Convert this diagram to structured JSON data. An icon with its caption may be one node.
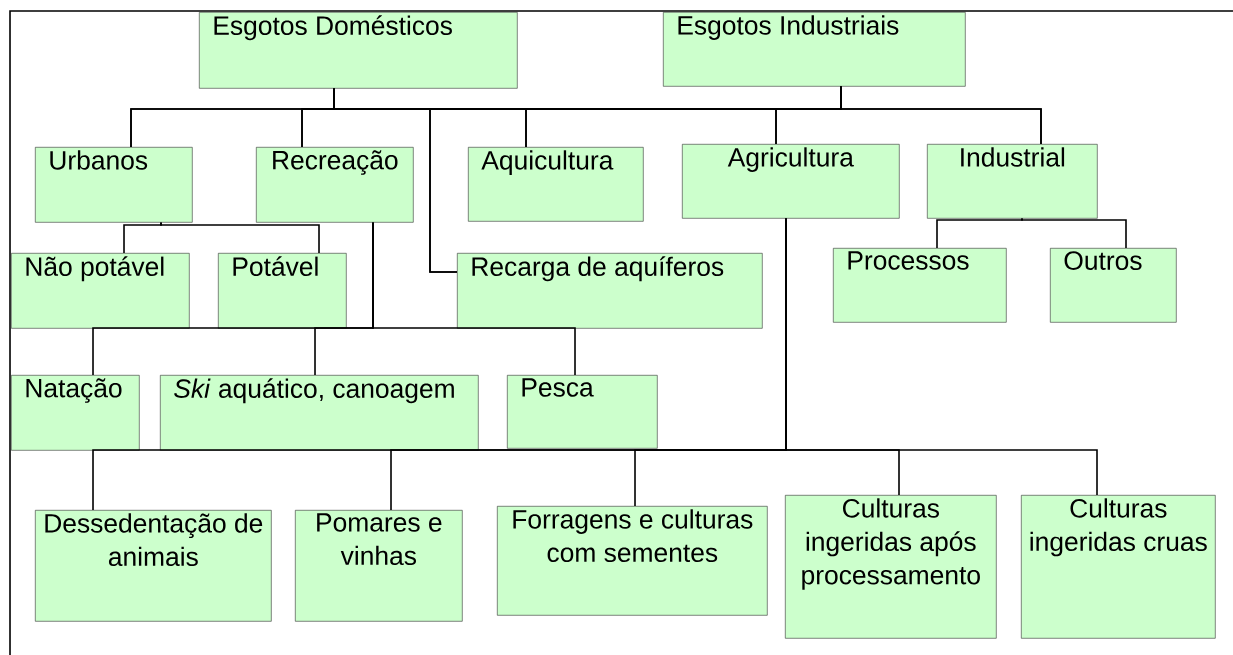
{
  "diagram": {
    "nodes": [
      {
        "text": [
          "Esgotos Domésticos"
        ]
      },
      {
        "text": [
          "Esgotos Industriais"
        ]
      },
      {
        "text": [
          "Urbanos"
        ]
      },
      {
        "text": [
          "Recreação"
        ]
      },
      {
        "text": [
          "Aquicultura"
        ]
      },
      {
        "text": [
          "Agricultura"
        ]
      },
      {
        "text": [
          "Industrial"
        ]
      },
      {
        "text": [
          "Não potável"
        ]
      },
      {
        "text": [
          "Potável"
        ]
      },
      {
        "text": [
          "Recarga de aquíferos"
        ]
      },
      {
        "text": [
          "Processos"
        ]
      },
      {
        "text": [
          "Outros"
        ]
      },
      {
        "text": [
          "Natação"
        ]
      },
      {
        "text": [
          "*Ski* aquático, canoagem"
        ]
      },
      {
        "text": [
          "Pesca"
        ]
      },
      {
        "text": [
          "Dessedentação de animais"
        ]
      },
      {
        "text": [
          "Pomares e vinhas"
        ]
      },
      {
        "text": [
          "Forragens e culturas com sementes"
        ]
      },
      {
        "text": [
          "Culturas ingeridas após processamento"
        ]
      },
      {
        "text": [
          "Culturas ingeridas cruas"
        ]
      }
    ],
    "edges": [
      {
        "from": 0,
        "to": 2,
        "arrow": "none"
      },
      {
        "from": 0,
        "to": 3,
        "arrow": "none"
      },
      {
        "from": 0,
        "to": 4,
        "arrow": "none"
      },
      {
        "from": 0,
        "to": 5,
        "arrow": "none"
      },
      {
        "from": 0,
        "to": 6,
        "arrow": "none"
      },
      {
        "from": 0,
        "to": 9,
        "arrow": "none"
      },
      {
        "from": 1,
        "to": 2,
        "arrow": "none"
      },
      {
        "from": 1,
        "to": 3,
        "arrow": "none"
      },
      {
        "from": 1,
        "to": 4,
        "arrow": "none"
      },
      {
        "from": 1,
        "to": 5,
        "arrow": "none"
      },
      {
        "from": 1,
        "to": 6,
        "arrow": "none"
      },
      {
        "from": 1,
        "to": 9,
        "arrow": "none"
      },
      {
        "from": 2,
        "to": 7,
        "arrow": "none"
      },
      {
        "from": 2,
        "to": 8,
        "arrow": "none"
      },
      {
        "from": 6,
        "to": 10,
        "arrow": "none"
      },
      {
        "from": 6,
        "to": 11,
        "arrow": "none"
      },
      {
        "from": 3,
        "to": 12,
        "arrow": "none"
      },
      {
        "from": 3,
        "to": 13,
        "arrow": "none"
      },
      {
        "from": 3,
        "to": 14,
        "arrow": "none"
      },
      {
        "from": 5,
        "to": 15,
        "arrow": "none"
      },
      {
        "from": 5,
        "to": 16,
        "arrow": "none"
      },
      {
        "from": 5,
        "to": 17,
        "arrow": "none"
      },
      {
        "from": 5,
        "to": 18,
        "arrow": "none"
      },
      {
        "from": 5,
        "to": 19,
        "arrow": "none"
      }
    ]
  }
}
